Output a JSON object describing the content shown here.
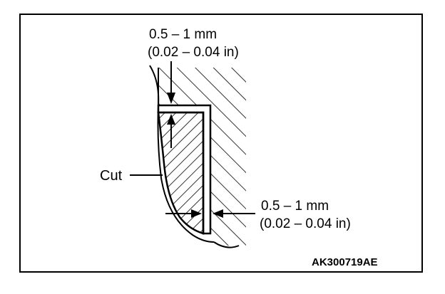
{
  "labels": {
    "top_dimension_mm": "0.5 – 1 mm",
    "top_dimension_in": "(0.02 – 0.04 in)",
    "side_dimension_mm": "0.5 – 1 mm",
    "side_dimension_in": "(0.02 – 0.04 in)",
    "cut": "Cut",
    "figure_code": "AK300719AE"
  },
  "colors": {
    "line": "#000000",
    "background": "#ffffff"
  }
}
